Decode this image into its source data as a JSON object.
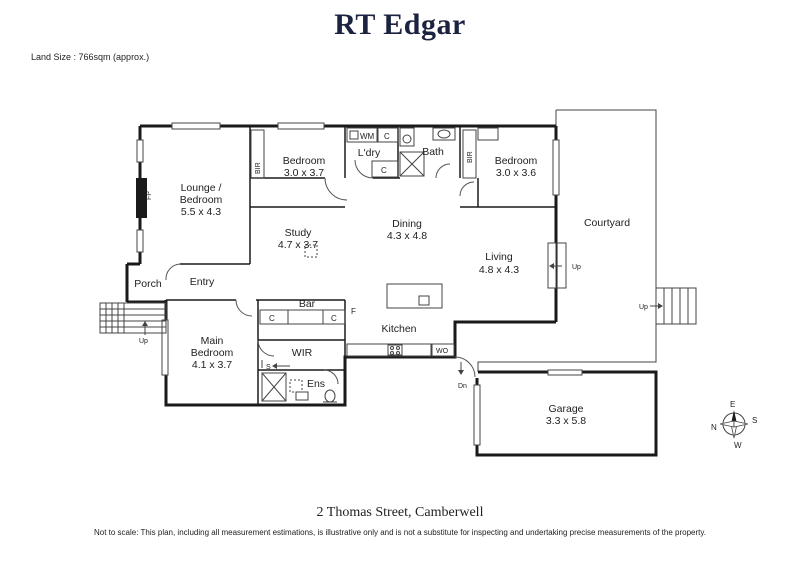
{
  "brand": "RT Edgar",
  "land_size": "Land Size :  766sqm (approx.)",
  "address": "2 Thomas Street, Camberwell",
  "disclaimer": "Not to scale: This plan, including all measurement estimations, is illustrative only and is not a substitute for inspecting and undertaking precise measurements of the property.",
  "rooms": {
    "lounge": {
      "name": "Lounge /",
      "name2": "Bedroom",
      "size": "5.5 x 4.3"
    },
    "bedroom_a": {
      "name": "Bedroom",
      "size": "3.0 x 3.7"
    },
    "bedroom_b": {
      "name": "Bedroom",
      "size": "3.0 x 3.6"
    },
    "study": {
      "name": "Study",
      "size": "4.7 x 3.7"
    },
    "dining": {
      "name": "Dining",
      "size": "4.3 x 4.8"
    },
    "living": {
      "name": "Living",
      "size": "4.8 x 4.3"
    },
    "main_bedroom": {
      "name": "Main",
      "name2": "Bedroom",
      "size": "4.1 x 3.7"
    },
    "garage": {
      "name": "Garage",
      "size": "3.3 x 5.8"
    },
    "courtyard": "Courtyard",
    "laundry": "L'dry",
    "bath": "Bath",
    "porch": "Porch",
    "entry": "Entry",
    "bar": "Bar",
    "kitchen": "Kitchen",
    "wir": "WIR",
    "ens": "Ens"
  },
  "labels": {
    "bir": "BIR",
    "cupboard": "C",
    "wm": "WM",
    "fp": "FP",
    "fridge": "F",
    "wo": "WO",
    "up": "Up",
    "dn": "Dn",
    "shower": "S"
  },
  "compass": {
    "n": "N",
    "e": "E",
    "s": "S",
    "w": "W"
  }
}
